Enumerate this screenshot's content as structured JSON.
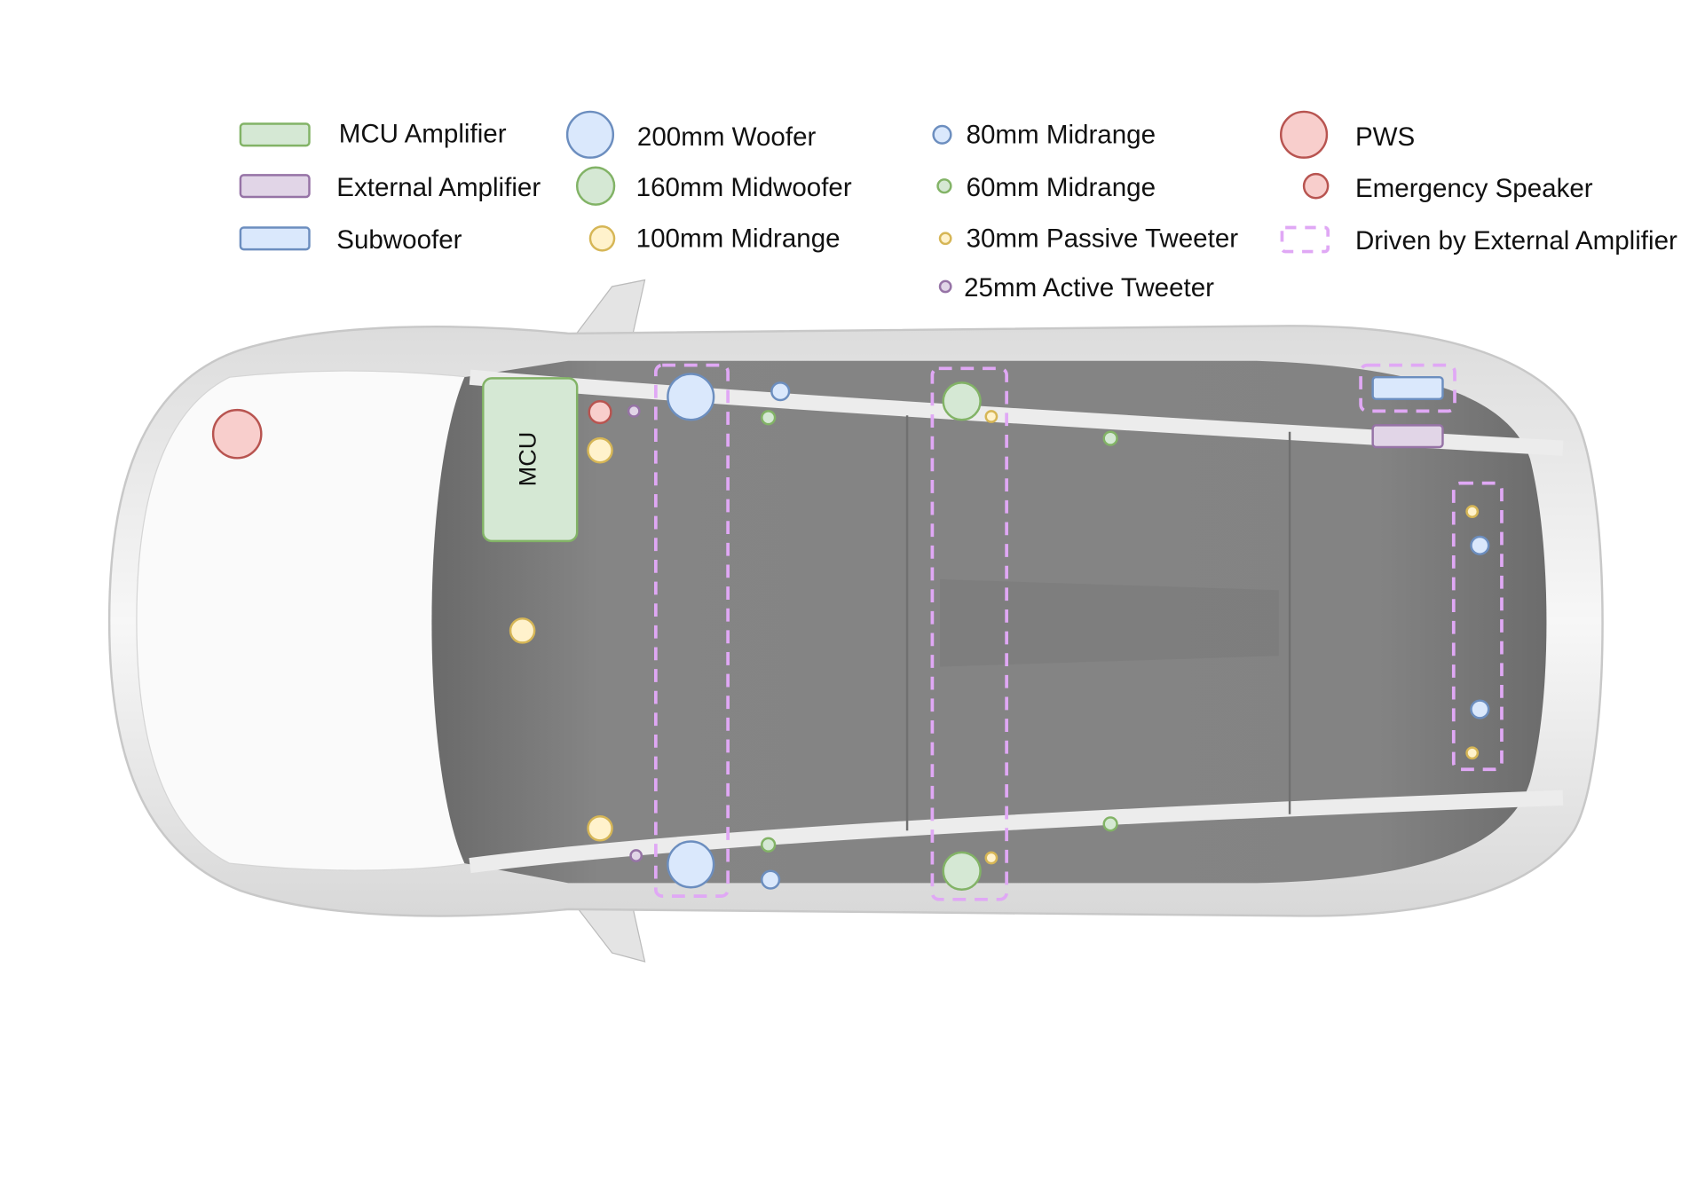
{
  "legend": {
    "mcu_amplifier": "MCU Amplifier",
    "external_amplifier": "External Amplifier",
    "subwoofer": "Subwoofer",
    "woofer_200": "200mm Woofer",
    "midwoofer_160": "160mm Midwoofer",
    "midrange_100": "100mm Midrange",
    "midrange_80": "80mm Midrange",
    "midrange_60": "60mm Midrange",
    "passive_tweeter_30": "30mm Passive Tweeter",
    "active_tweeter_25": "25mm Active Tweeter",
    "pws": "PWS",
    "emergency_speaker": "Emergency Speaker",
    "driven_by_external": "Driven by External Amplifier"
  },
  "mcu_label": "MCU",
  "colors": {
    "green_fill": "#d5e8d4",
    "green_stroke": "#82b366",
    "purple_fill": "#e1d5e7",
    "purple_stroke": "#9673a6",
    "blue_fill": "#dae8fc",
    "blue_stroke": "#6c8ebf",
    "yellow_fill": "#fff2cc",
    "yellow_stroke": "#d6b656",
    "red_fill": "#f8cecc",
    "red_stroke": "#b85450",
    "dashed": "#e0a8f5"
  }
}
